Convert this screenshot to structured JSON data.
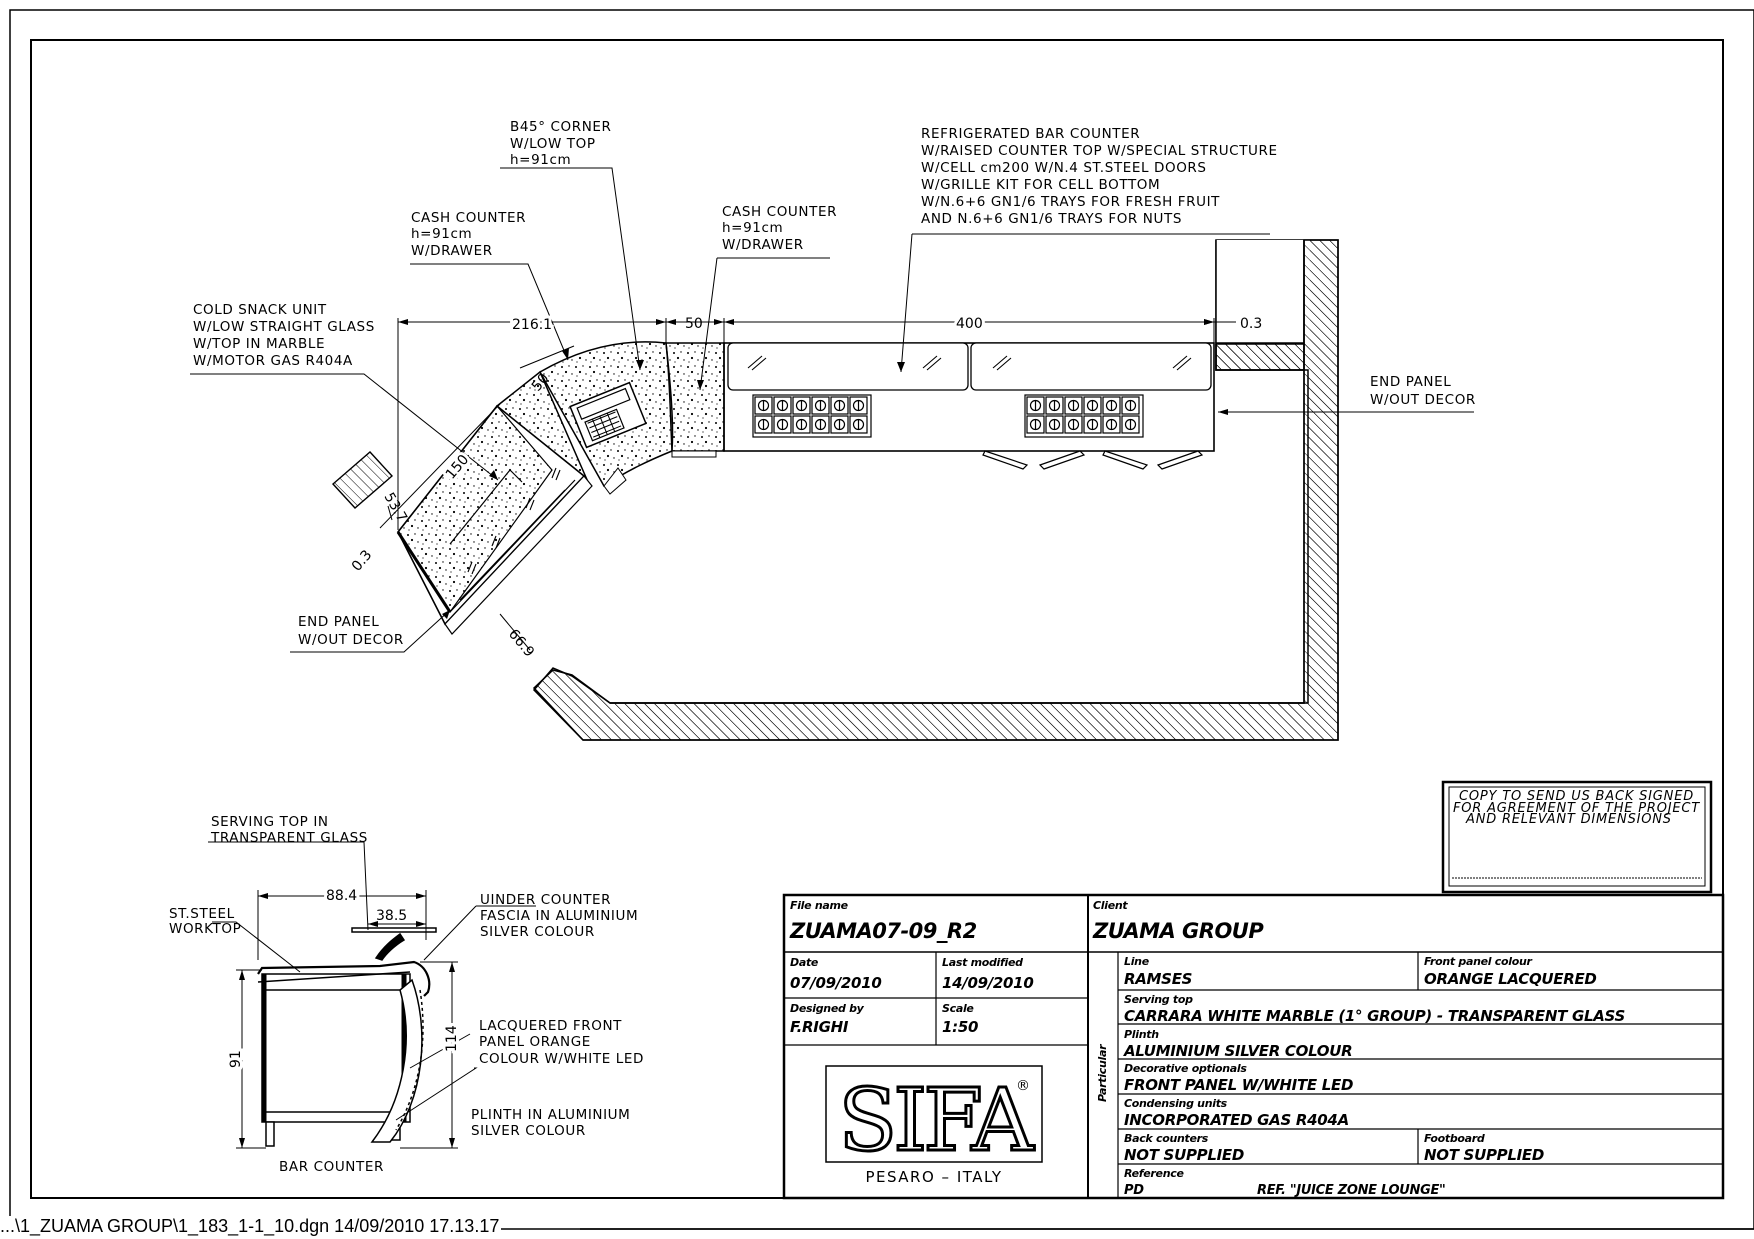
{
  "plan_labels": {
    "b45_corner": [
      "B45° CORNER",
      "W/LOW TOP",
      "h=91cm"
    ],
    "refrigerated_counter": [
      "REFRIGERATED BAR COUNTER",
      "W/RAISED COUNTER TOP W/SPECIAL STRUCTURE",
      "W/CELL cm200 W/N.4 ST.STEEL DOORS",
      "W/GRILLE KIT FOR CELL BOTTOM",
      "W/N.6+6 GN1/6 TRAYS FOR FRESH FRUIT",
      "AND N.6+6 GN1/6 TRAYS FOR NUTS"
    ],
    "cash_counter_left": [
      "CASH COUNTER",
      "h=91cm",
      "W/DRAWER"
    ],
    "cash_counter_right": [
      "CASH COUNTER",
      "h=91cm",
      "W/DRAWER"
    ],
    "cold_snack": [
      "COLD SNACK UNIT",
      "W/LOW STRAIGHT GLASS",
      "W/TOP IN MARBLE",
      "W/MOTOR GAS R404A"
    ],
    "end_panel_right": [
      "END PANEL",
      "W/OUT DECOR"
    ],
    "end_panel_left": [
      "END PANEL",
      "W/OUT DECOR"
    ]
  },
  "plan_dims": {
    "d216": "216.1",
    "d50_top": "50",
    "d400": "400",
    "d03_right": "0.3",
    "d50_diag": "50",
    "d150": "150",
    "d537": "53.7",
    "d03_left": "0.3",
    "d669": "66.9"
  },
  "section_labels": {
    "serving_top": [
      "SERVING TOP IN",
      "TRANSPARENT GLASS"
    ],
    "worktop": [
      "ST.STEEL",
      "WORKTOP"
    ],
    "fascia": [
      "UINDER COUNTER",
      "FASCIA IN ALUMINIUM",
      "SILVER COLOUR"
    ],
    "front_panel": [
      "LACQUERED FRONT",
      "PANEL ORANGE",
      "COLOUR W/WHITE LED"
    ],
    "plinth": [
      "PLINTH IN ALUMINIUM",
      "SILVER COLOUR"
    ],
    "title": "BAR COUNTER"
  },
  "section_dims": {
    "d884": "88.4",
    "d385": "38.5",
    "d91": "91",
    "d114": "114"
  },
  "approval_box": [
    "COPY TO SEND US BACK SIGNED",
    "FOR AGREEMENT OF THE PROJECT",
    "AND RELEVANT DIMENSIONS"
  ],
  "title_block": {
    "file_name_label": "File name",
    "file_name": "ZUAMA07-09_R2",
    "client_label": "Client",
    "client": "ZUAMA GROUP",
    "date_label": "Date",
    "date": "07/09/2010",
    "last_modified_label": "Last modified",
    "last_modified": "14/09/2010",
    "designed_by_label": "Designed by",
    "designed_by": "F.RIGHI",
    "scale_label": "Scale",
    "scale": "1:50",
    "logo_text": "SIFA",
    "location": "PESARO – ITALY",
    "particular_label": "Particular",
    "line_label": "Line",
    "line": "RAMSES",
    "front_panel_colour_label": "Front panel colour",
    "front_panel_colour": "ORANGE LACQUERED",
    "serving_top_label": "Serving top",
    "serving_top": "CARRARA WHITE MARBLE (1° GROUP) - TRANSPARENT GLASS",
    "plinth_label": "Plinth",
    "plinth": "ALUMINIUM SILVER COLOUR",
    "decorative_label": "Decorative optionals",
    "decorative": "FRONT PANEL W/WHITE LED",
    "condensing_label": "Condensing units",
    "condensing": "INCORPORATED GAS R404A",
    "back_counters_label": "Back counters",
    "back_counters": "NOT SUPPLIED",
    "footboard_label": "Footboard",
    "footboard": "NOT SUPPLIED",
    "reference_label": "Reference",
    "reference_code": "PD",
    "reference": "REF. \"JUICE ZONE LOUNGE\""
  },
  "footer_path": "...\\1_ZUAMA GROUP\\1_183_1-1_10.dgn  14/09/2010 17.13.17"
}
